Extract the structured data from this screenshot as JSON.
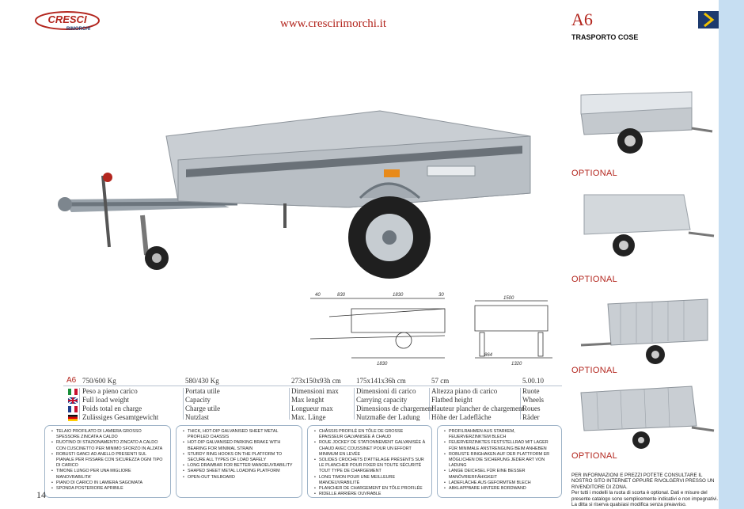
{
  "header": {
    "brand": "CRESCI",
    "brand_sub": "RIMORCHI",
    "website": "www.crescirimorchi.it",
    "model": "A6",
    "category": "TRASPORTO COSE"
  },
  "optional_label": "OPTIONAL",
  "dimension_drawing": {
    "side": [
      "40",
      "830",
      "1830",
      "30"
    ],
    "side_bottom": "1830",
    "front": [
      "1500"
    ],
    "front_bottom": [
      "864",
      "1320"
    ]
  },
  "specs": {
    "model": "A6",
    "values": [
      "750/600 Kg",
      "580/430 Kg",
      "273x150x93h cm",
      "175x141x36h cm",
      "57 cm",
      "5.00.10"
    ],
    "languages": [
      {
        "flag": "it",
        "labels": [
          "Peso a pieno carico",
          "Portata utile",
          "Dimensioni max",
          "Dimensioni di carico",
          "Altezza piano di carico",
          "Ruote"
        ]
      },
      {
        "flag": "gb",
        "labels": [
          "Full load weight",
          "Capacity",
          "Max lenght",
          "Carrying capacity",
          "Flatbed height",
          "Wheels"
        ]
      },
      {
        "flag": "fr",
        "labels": [
          "Poids total en charge",
          "Charge utile",
          "Longueur max",
          "Dimensions de chargement",
          "Hauteur plancher de chargement",
          "Roues"
        ]
      },
      {
        "flag": "de",
        "labels": [
          "Zulässiges Gesamtgewicht",
          "Nutzlast",
          "Max. Länge",
          "Nutzmaße der Ladung",
          "Höhe der Ladefläche",
          "Räder"
        ]
      }
    ]
  },
  "features": {
    "it": [
      "TELAIO PROFILATO DI LAMIERA GROSSO SPESSORE ZINCATA A CALDO",
      "RUOTINO DI STAZIONAMENTO ZINCATO A CALDO CON CUSCINETTO PER MINIMO SFORZO IN ALZATA",
      "ROBUSTI GANCI AD ANELLO PRESENTI SUL PIANALE PER FISSARE CON SICUREZZA OGNI TIPO DI CARICO",
      "TIMONE LUNGO PER UNA MIGLIORE MANOVRABILITA'",
      "PIANO DI CARICO IN LAMIERA SAGOMATA",
      "SPONDA POSTERIORE APRIBILE"
    ],
    "en": [
      "THICK, HOT-DIP GALVANISED SHEET METAL PROFILED CHASSIS",
      "HOT-DIP GALVANISED PARKING BRAKE WITH BEARING FOR MINIMAL STRAIN",
      "STURDY RING HOOKS ON THE PLATFORM TO SECURE ALL TYPES OF LOAD SAFELY",
      "LONG DRAWBAR FOR BETTER MANOEUVRABILITY",
      "SHAPED SHEET METAL LOADING PLATFORM",
      "OPEN-OUT TAILBOARD"
    ],
    "fr": [
      "CHÂSSIS PROFILÉ EN TÔLE DE GROSSE ÉPAISSEUR GALVANISÉE À CHAUD",
      "ROUE JOCKEY DE STATIONNEMENT GALVANISÉE À CHAUD AVEC COUSSINET POUR UN EFFORT MINIMUM EN LEVÉE",
      "SOLIDES CROCHETS D'ATTELAGE PRÉSENTS SUR LE PLANCHER POUR FIXER EN TOUTE SÉCURITÉ TOUT TYPE DE CHARGEMENT",
      "LONG TIMON POUR UNE MEILLEURE MANOEUVRABILITÉ",
      "PLANCHER DE CHARGEMENT EN TÔLE PROFILÉE",
      "RIDELLE ARRIÈRE OUVRABLE"
    ],
    "de": [
      "PROFILRAHMEN AUS STARKEM, FEUERVERZINKTEM BLECH",
      "FEUERVERZINKTES FESTSTELLRAD MIT LAGER FÜR MINIMALE ANSTRENGUNG BEIM ANHEBEN",
      "ROBUSTE RINGHAKEN AUF DER PLATTFORM ER MÖGLICHEN DIE SICHERUNG JEDER ART VON LADUNG",
      "LANGE DEICHSEL FÜR EINE BESSER MANÖVRIERFÄHIGKEIT",
      "LADEFLÄCHE AUS GEFORMTEM BLECH",
      "ABKLAPPBARE HINTERE BORDWAND"
    ]
  },
  "page_number": "14",
  "note": {
    "line1": "PER INFORMAZIONI E PREZZI POTETE CONSULTARE IL NOSTRO SITO INTERNET OPPURE RIVOLGERVI PRESSO UN RIVENDITORE DI ZONA.",
    "line2": "Per tutti i modelli la ruota di scorta è optional. Dati e misure del presente catalogo sono semplicemente indicativi e non impegnativi.",
    "line3": "La ditta si riserva qualsiasi modifica senza preavviso."
  },
  "colors": {
    "accent": "#b3261e",
    "navy": "#1d3a6e",
    "side_panel": "#c6def2"
  }
}
